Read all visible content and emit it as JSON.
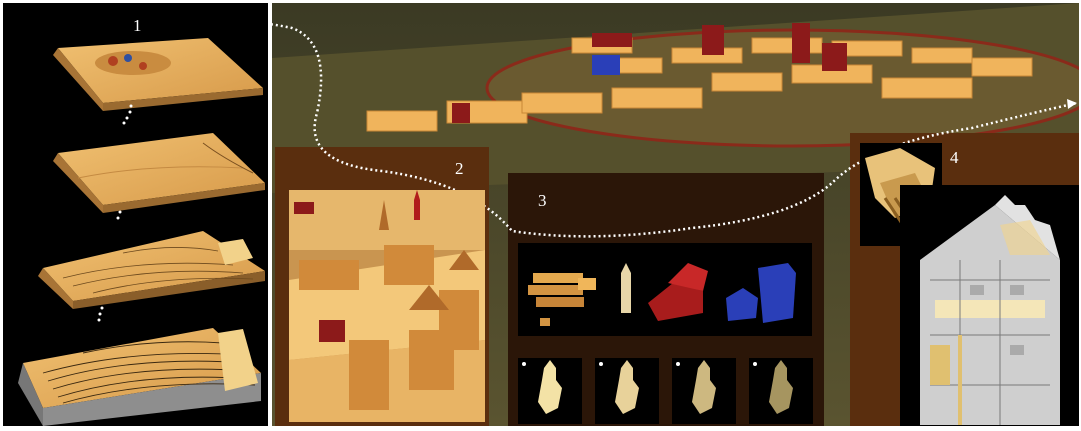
{
  "figure": {
    "step_labels": [
      "1",
      "2",
      "3",
      "4"
    ]
  },
  "colors": {
    "terrain": "#e9b463",
    "terrain_dark": "#b8843f",
    "panel_brown": "#5a2e0e",
    "panel_dark": "#2b1608",
    "building_red": "#a81c1c",
    "building_blue": "#2a3fb8",
    "building_cream": "#f3e2a6"
  },
  "icons": [
    "terrain-layer",
    "city-block",
    "church",
    "house-model",
    "timber-building"
  ]
}
